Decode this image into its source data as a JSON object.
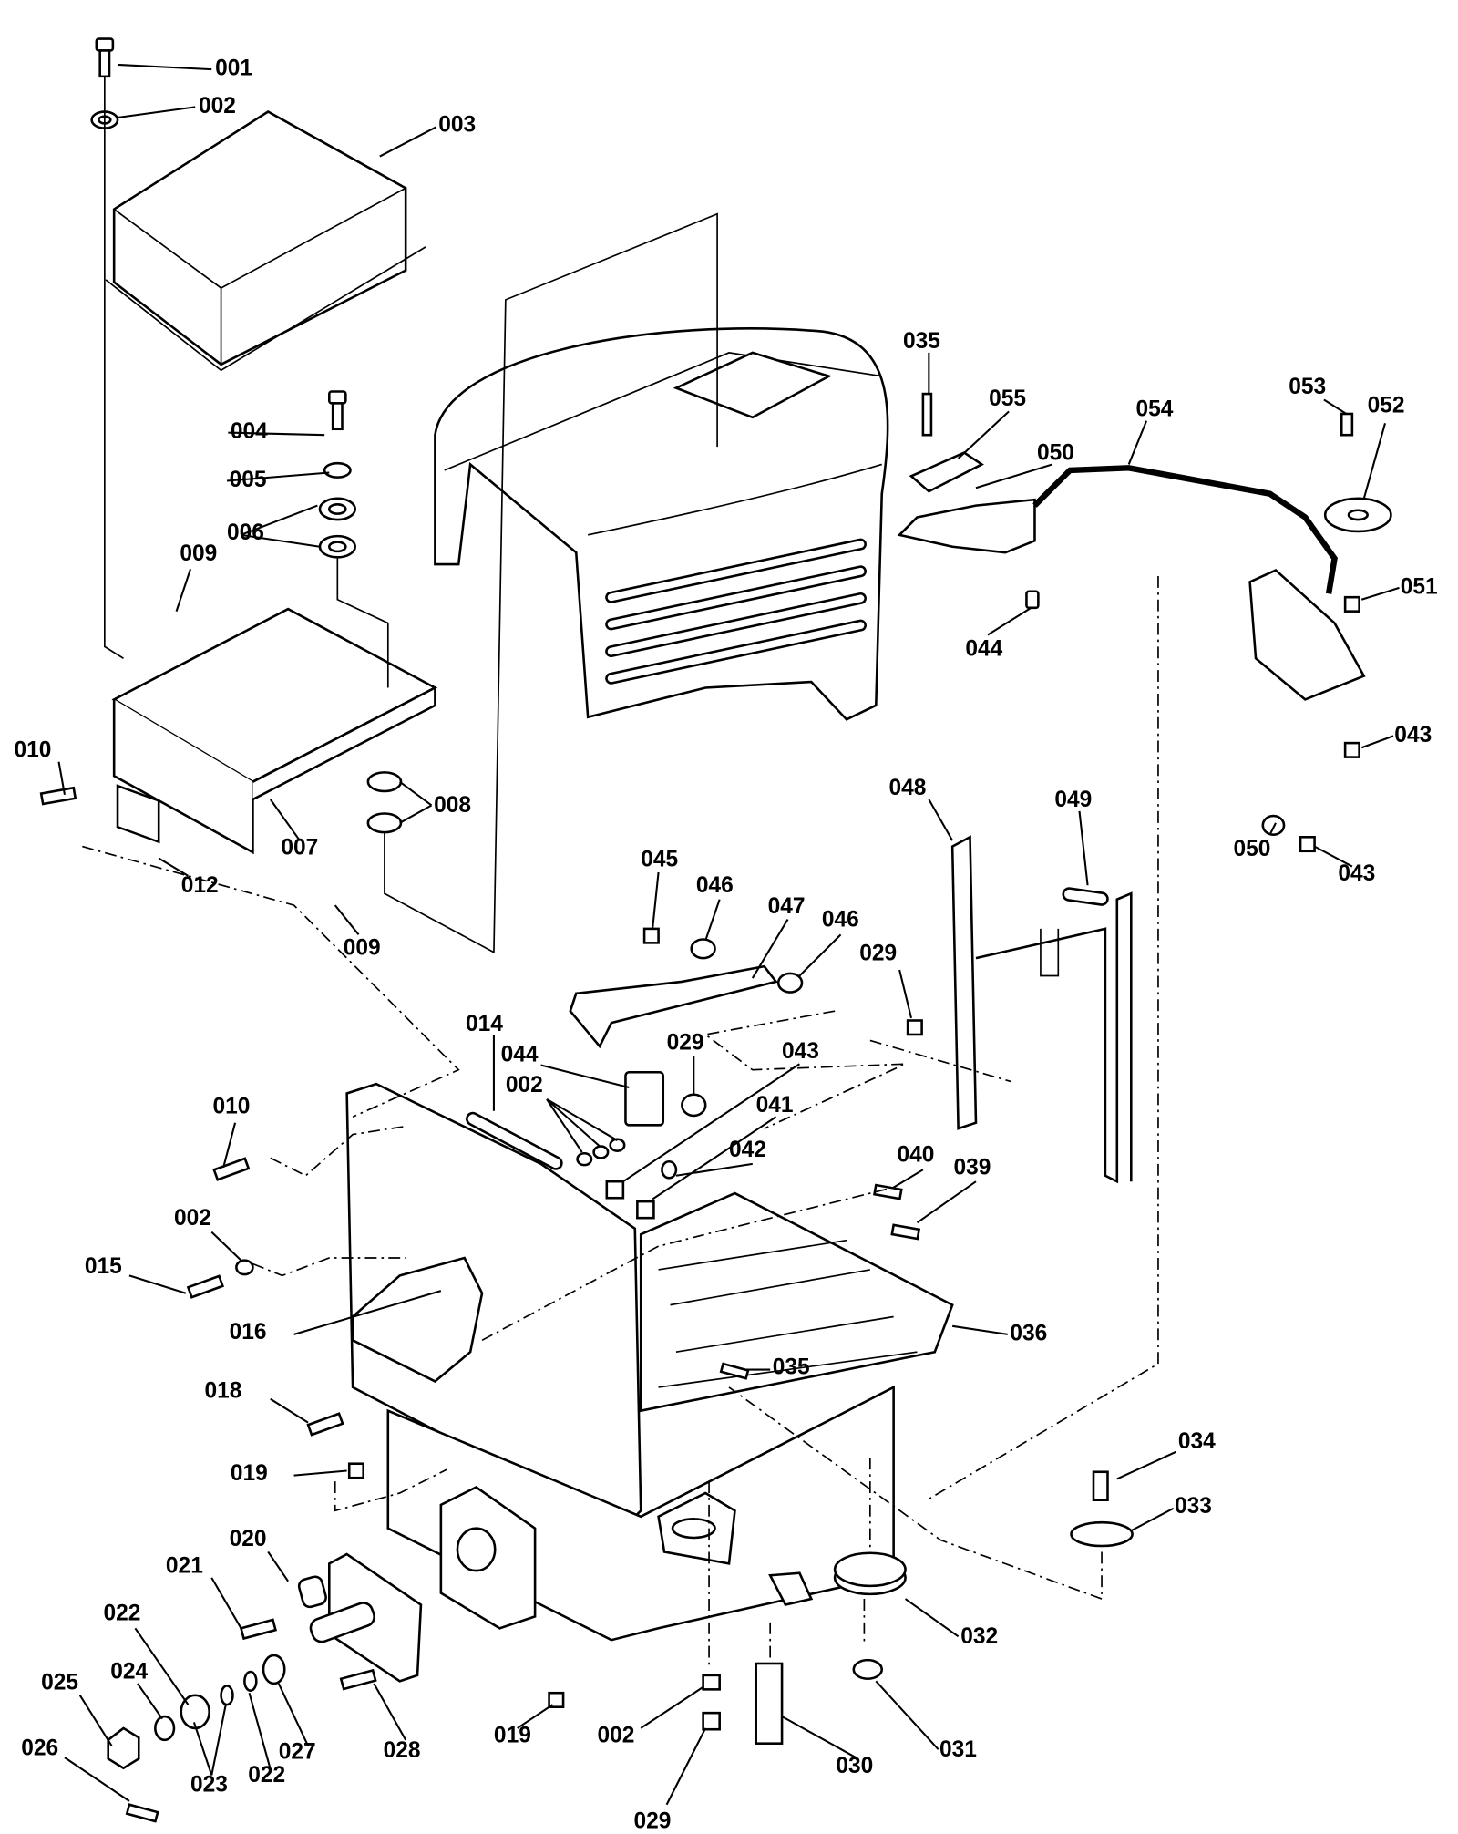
{
  "diagram": {
    "type": "exploded parts diagram",
    "labels": [
      "001",
      "002",
      "003",
      "004",
      "005",
      "006",
      "009",
      "010",
      "007",
      "008",
      "012",
      "009",
      "035",
      "055",
      "050",
      "054",
      "053",
      "052",
      "051",
      "044",
      "043",
      "050",
      "043",
      "048",
      "049",
      "045",
      "046",
      "047",
      "046",
      "029",
      "014",
      "044",
      "029",
      "043",
      "002",
      "041",
      "042",
      "010",
      "040",
      "039",
      "002",
      "015",
      "016",
      "036",
      "035",
      "018",
      "019",
      "034",
      "033",
      "020",
      "021",
      "022",
      "032",
      "024",
      "025",
      "031",
      "026",
      "023",
      "022",
      "027",
      "028",
      "019",
      "002",
      "030",
      "029"
    ]
  }
}
